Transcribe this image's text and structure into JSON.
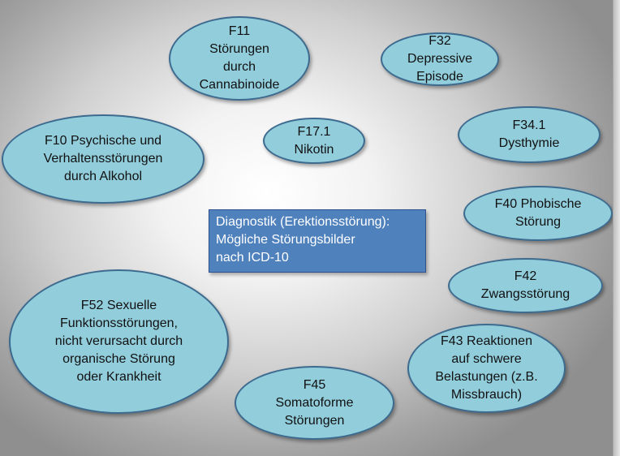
{
  "center": {
    "text": "Diagnostik (Erektionsstörung):\nMögliche Störungsbilder\nnach ICD-10"
  },
  "nodes": [
    {
      "id": "f11",
      "text": "F11\nStörungen\ndurch\nCannabinoide"
    },
    {
      "id": "f32",
      "text": "F32\nDepressive\nEpisode"
    },
    {
      "id": "f17",
      "text": "F17.1\nNikotin"
    },
    {
      "id": "f10",
      "text": "F10 Psychische und\nVerhaltensstörungen\ndurch Alkohol"
    },
    {
      "id": "f34",
      "text": "F34.1\nDysthymie"
    },
    {
      "id": "f40",
      "text": "F40 Phobische\nStörung"
    },
    {
      "id": "f42",
      "text": "F42\nZwangsstörung"
    },
    {
      "id": "f52",
      "text": "F52 Sexuelle\nFunktionsstörungen,\nnicht verursacht durch\norganische Störung\noder Krankheit"
    },
    {
      "id": "f43",
      "text": "F43 Reaktionen\nauf schwere\nBelastungen (z.B.\nMissbrauch)"
    },
    {
      "id": "f45",
      "text": "F45\nSomatoforme\nStörungen"
    }
  ],
  "colors": {
    "bubble_fill": "#92cddc",
    "bubble_border": "#3d6b8f",
    "center_fill": "#4f81bd",
    "center_text": "#ffffff"
  }
}
